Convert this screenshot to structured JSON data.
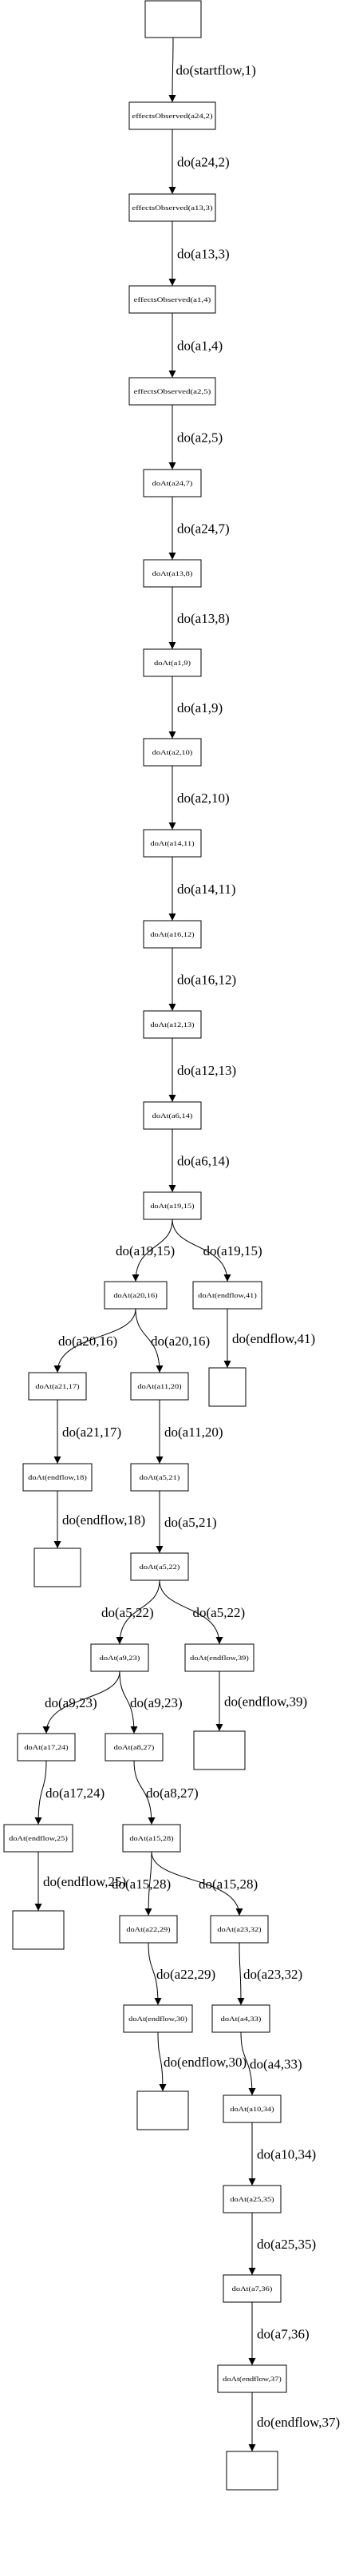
{
  "diagram": {
    "nodes": [
      {
        "id": "start",
        "label": ""
      },
      {
        "id": "n1",
        "label": "effectsObserved(a24,2)"
      },
      {
        "id": "n2",
        "label": "effectsObserved(a13,3)"
      },
      {
        "id": "n3",
        "label": "effectsObserved(a1,4)"
      },
      {
        "id": "n4",
        "label": "effectsObserved(a2,5)"
      },
      {
        "id": "n5",
        "label": "doAt(a24,7)"
      },
      {
        "id": "n6",
        "label": "doAt(a13,8)"
      },
      {
        "id": "n7",
        "label": "doAt(a1,9)"
      },
      {
        "id": "n8",
        "label": "doAt(a2,10)"
      },
      {
        "id": "n9",
        "label": "doAt(a14,11)"
      },
      {
        "id": "n10",
        "label": "doAt(a16,12)"
      },
      {
        "id": "n11",
        "label": "doAt(a12,13)"
      },
      {
        "id": "n12",
        "label": "doAt(a6,14)"
      },
      {
        "id": "n13",
        "label": "doAt(a19,15)"
      },
      {
        "id": "n14",
        "label": "doAt(a20,16)"
      },
      {
        "id": "n15",
        "label": "doAt(endflow,41)"
      },
      {
        "id": "e15",
        "label": ""
      },
      {
        "id": "n16",
        "label": "doAt(a21,17)"
      },
      {
        "id": "n17",
        "label": "doAt(a11,20)"
      },
      {
        "id": "n18",
        "label": "doAt(endflow,18)"
      },
      {
        "id": "n19",
        "label": "doAt(a5,21)"
      },
      {
        "id": "e18",
        "label": ""
      },
      {
        "id": "n20",
        "label": "doAt(a5,22)"
      },
      {
        "id": "n21",
        "label": "doAt(a9,23)"
      },
      {
        "id": "n22",
        "label": "doAt(endflow,39)"
      },
      {
        "id": "e22",
        "label": ""
      },
      {
        "id": "n23",
        "label": "doAt(a17,24)"
      },
      {
        "id": "n24",
        "label": "doAt(a8,27)"
      },
      {
        "id": "n25",
        "label": "doAt(endflow,25)"
      },
      {
        "id": "n26",
        "label": "doAt(a15,28)"
      },
      {
        "id": "e25",
        "label": ""
      },
      {
        "id": "n27",
        "label": "doAt(a22,29)"
      },
      {
        "id": "n28",
        "label": "doAt(a23,32)"
      },
      {
        "id": "n29",
        "label": "doAt(endflow,30)"
      },
      {
        "id": "n30",
        "label": "doAt(a4,33)"
      },
      {
        "id": "e29",
        "label": ""
      },
      {
        "id": "n31",
        "label": "doAt(a10,34)"
      },
      {
        "id": "n32",
        "label": "doAt(a25,35)"
      },
      {
        "id": "n33",
        "label": "doAt(a7,36)"
      },
      {
        "id": "n34",
        "label": "doAt(endflow,37)"
      },
      {
        "id": "e34",
        "label": ""
      }
    ],
    "edges": [
      {
        "from": "start",
        "to": "n1",
        "label": "do(startflow,1)"
      },
      {
        "from": "n1",
        "to": "n2",
        "label": "do(a24,2)"
      },
      {
        "from": "n2",
        "to": "n3",
        "label": "do(a13,3)"
      },
      {
        "from": "n3",
        "to": "n4",
        "label": "do(a1,4)"
      },
      {
        "from": "n4",
        "to": "n5",
        "label": "do(a2,5)"
      },
      {
        "from": "n5",
        "to": "n6",
        "label": "do(a24,7)"
      },
      {
        "from": "n6",
        "to": "n7",
        "label": "do(a13,8)"
      },
      {
        "from": "n7",
        "to": "n8",
        "label": "do(a1,9)"
      },
      {
        "from": "n8",
        "to": "n9",
        "label": "do(a2,10)"
      },
      {
        "from": "n9",
        "to": "n10",
        "label": "do(a14,11)"
      },
      {
        "from": "n10",
        "to": "n11",
        "label": "do(a16,12)"
      },
      {
        "from": "n11",
        "to": "n12",
        "label": "do(a12,13)"
      },
      {
        "from": "n12",
        "to": "n13",
        "label": "do(a6,14)"
      },
      {
        "from": "n13",
        "to": "n14",
        "label": "do(a19,15)"
      },
      {
        "from": "n13",
        "to": "n15",
        "label": "do(a19,15)"
      },
      {
        "from": "n15",
        "to": "e15",
        "label": "do(endflow,41)"
      },
      {
        "from": "n14",
        "to": "n16",
        "label": "do(a20,16)"
      },
      {
        "from": "n14",
        "to": "n17",
        "label": "do(a20,16)"
      },
      {
        "from": "n16",
        "to": "n18",
        "label": "do(a21,17)"
      },
      {
        "from": "n17",
        "to": "n19",
        "label": "do(a11,20)"
      },
      {
        "from": "n18",
        "to": "e18",
        "label": "do(endflow,18)"
      },
      {
        "from": "n19",
        "to": "n20",
        "label": "do(a5,21)"
      },
      {
        "from": "n20",
        "to": "n21",
        "label": "do(a5,22)"
      },
      {
        "from": "n20",
        "to": "n22",
        "label": "do(a5,22)"
      },
      {
        "from": "n22",
        "to": "e22",
        "label": "do(endflow,39)"
      },
      {
        "from": "n21",
        "to": "n23",
        "label": "do(a9,23)"
      },
      {
        "from": "n21",
        "to": "n24",
        "label": "do(a9,23)"
      },
      {
        "from": "n23",
        "to": "n25",
        "label": "do(a17,24)"
      },
      {
        "from": "n24",
        "to": "n26",
        "label": "do(a8,27)"
      },
      {
        "from": "n25",
        "to": "e25",
        "label": "do(endflow,25)"
      },
      {
        "from": "n26",
        "to": "n27",
        "label": "do(a15,28)"
      },
      {
        "from": "n26",
        "to": "n28",
        "label": "do(a15,28)"
      },
      {
        "from": "n27",
        "to": "n29",
        "label": "do(a22,29)"
      },
      {
        "from": "n28",
        "to": "n30",
        "label": "do(a23,32)"
      },
      {
        "from": "n29",
        "to": "e29",
        "label": "do(endflow,30)"
      },
      {
        "from": "n30",
        "to": "n31",
        "label": "do(a4,33)"
      },
      {
        "from": "n31",
        "to": "n32",
        "label": "do(a10,34)"
      },
      {
        "from": "n32",
        "to": "n33",
        "label": "do(a25,35)"
      },
      {
        "from": "n33",
        "to": "n34",
        "label": "do(a7,36)"
      },
      {
        "from": "n34",
        "to": "e34",
        "label": "do(endflow,37)"
      }
    ]
  }
}
